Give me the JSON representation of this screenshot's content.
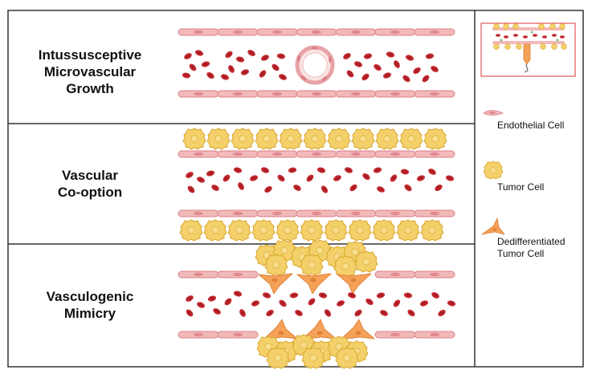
{
  "rows": [
    {
      "title_line1": "Intussusceptive",
      "title_line2": "Microvascular",
      "title_line3": "Growth"
    },
    {
      "title_line1": "Vascular",
      "title_line2": "Co-option"
    },
    {
      "title_line1": "Vasculogenic",
      "title_line2": "Mimicry"
    }
  ],
  "legend": {
    "endothelial": "Endothelial Cell",
    "tumor": "Tumor Cell",
    "dediff_line1": "Dedifferentiated",
    "dediff_line2": "Tumor Cell"
  },
  "colors": {
    "endothelial_fill": "#f2b9b9",
    "endothelial_stroke": "#d97f86",
    "rbc": "#c1272d",
    "tumor_fill": "#f3d06a",
    "tumor_stroke": "#d9a62b",
    "dediff_fill": "#f4a259",
    "border": "#333333"
  },
  "icons": {
    "endothelial": "endothelial-cell-icon",
    "tumor": "tumor-cell-icon",
    "dediff": "dedifferentiated-tumor-cell-icon",
    "thumbnail": "vessel-thumbnail-icon"
  }
}
